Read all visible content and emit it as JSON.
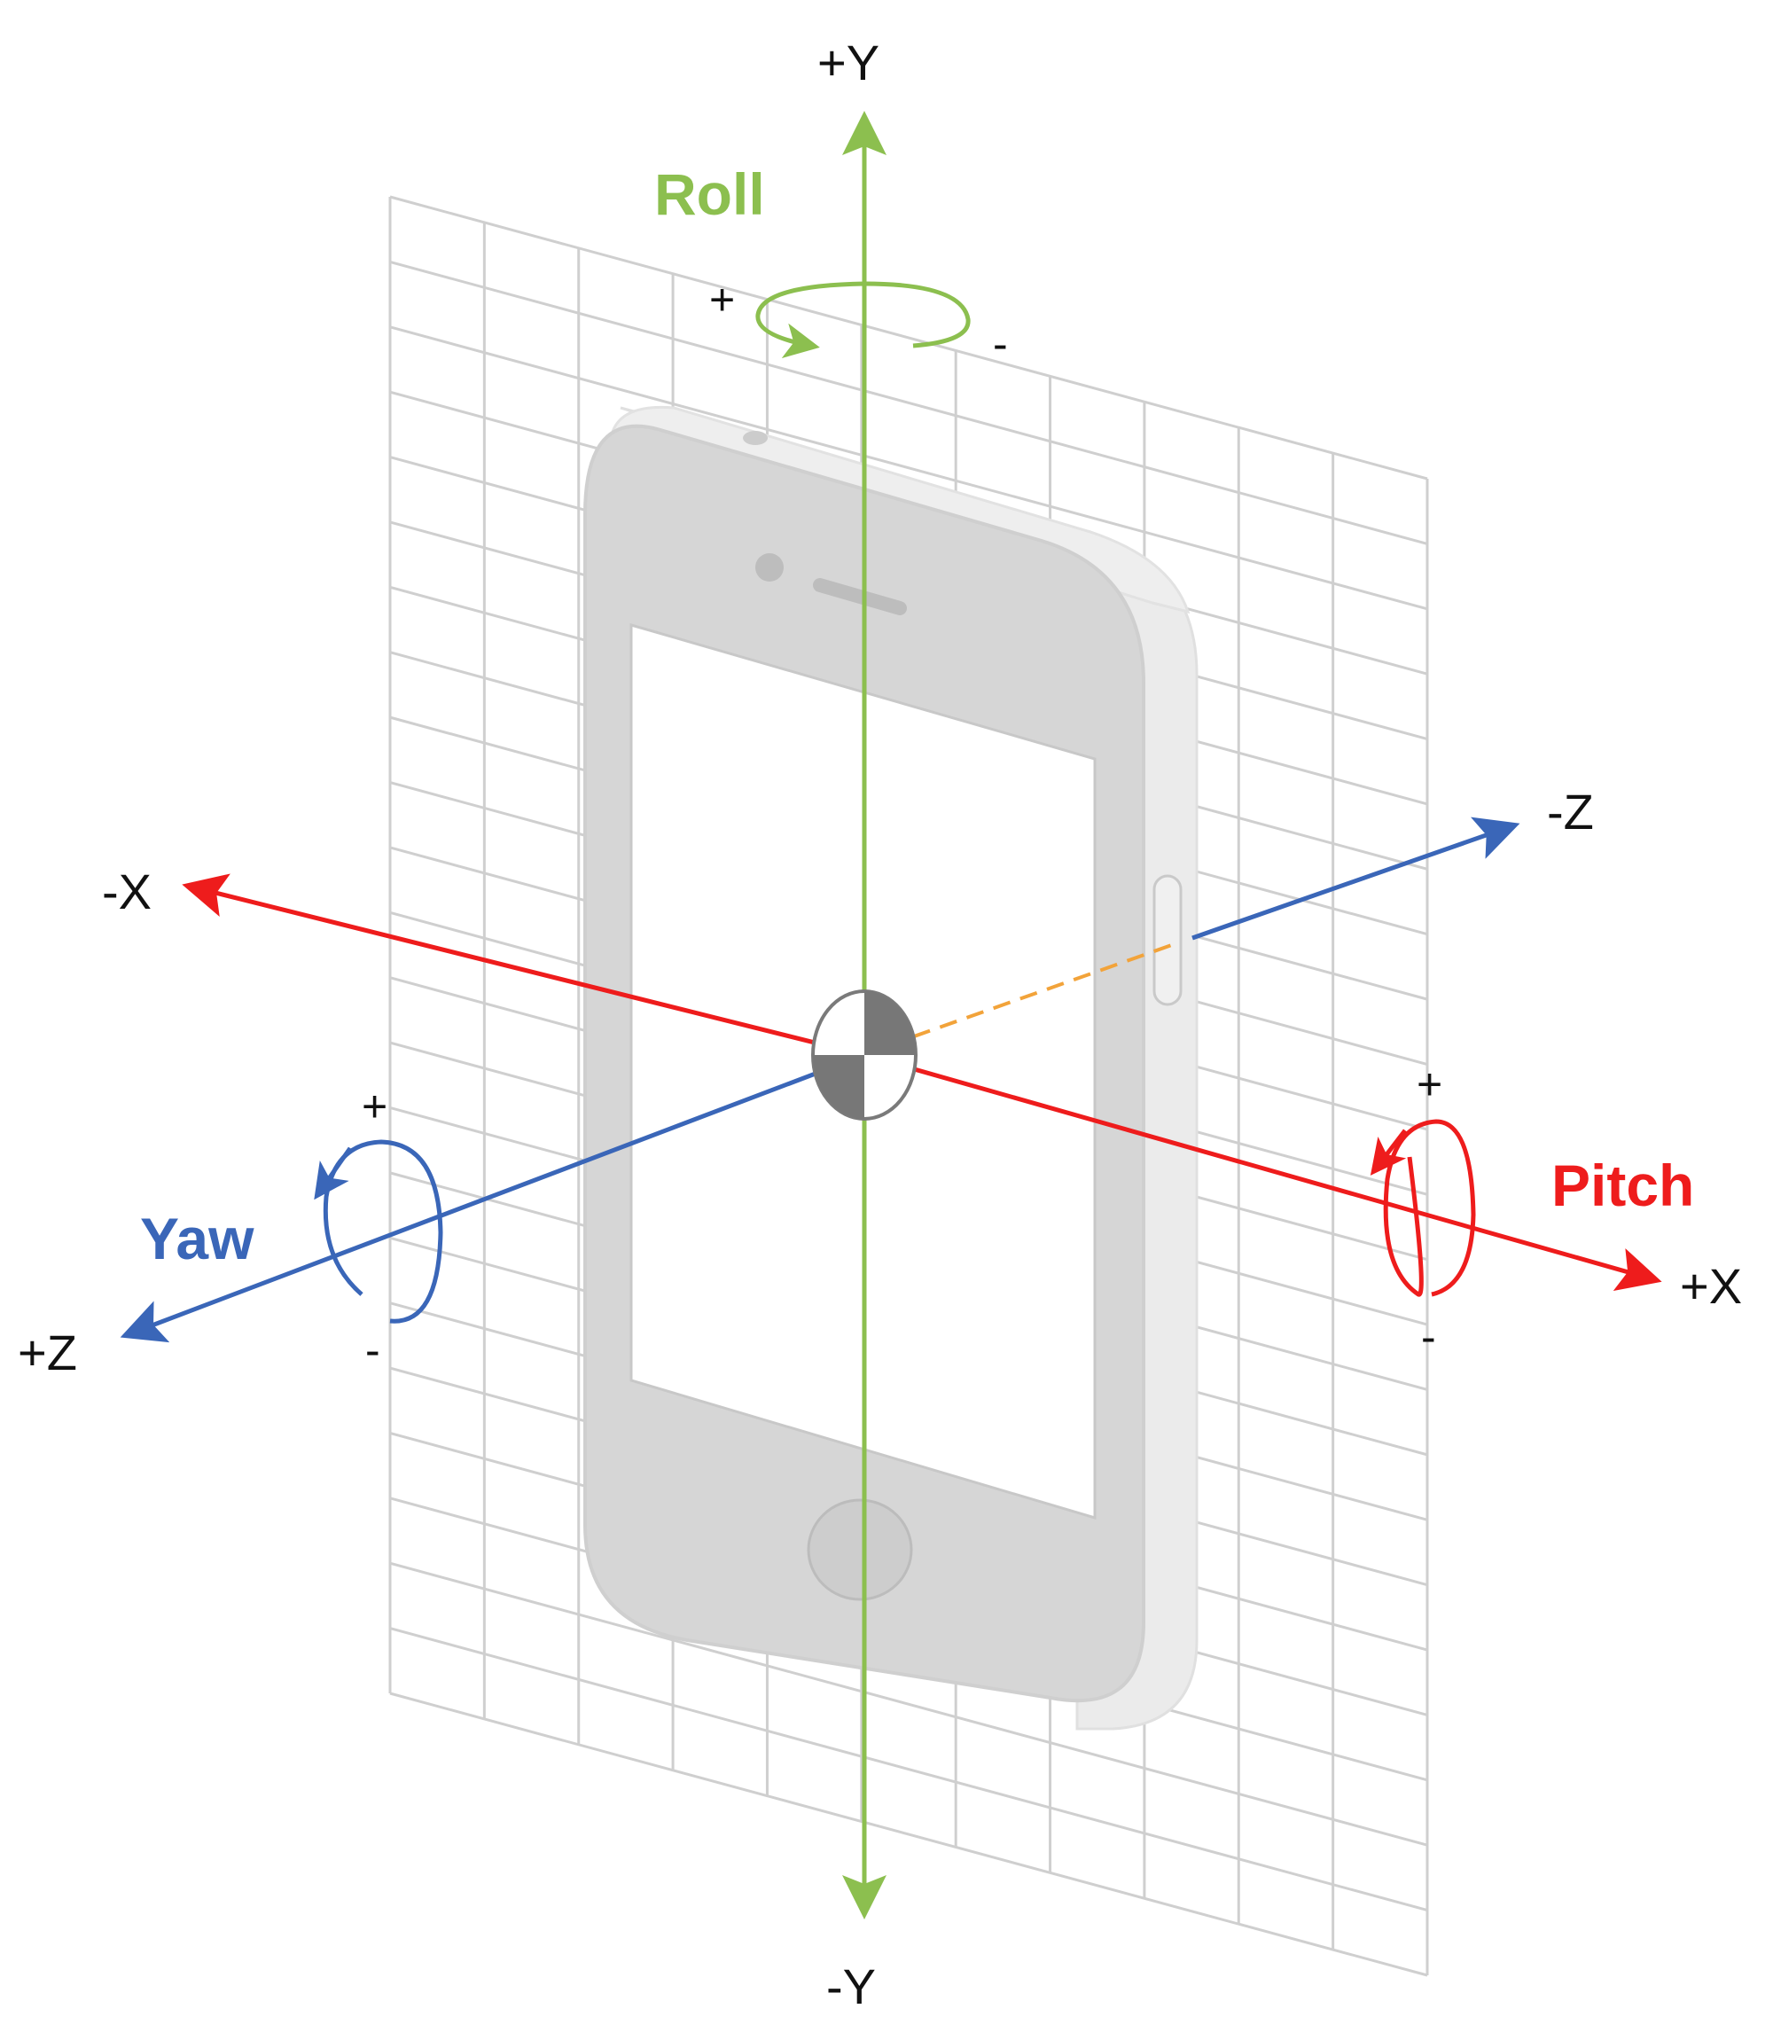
{
  "colors": {
    "x_axis": "#ee1c1c",
    "y_axis": "#8cbf4f",
    "z_axis": "#3a66b8",
    "z_hidden": "#f2a33a",
    "grid": "#cfcfcf",
    "phone_body": "#d6d6d6",
    "phone_edge": "#ececec"
  },
  "axes": {
    "plus_y": "+Y",
    "minus_y": "-Y",
    "plus_x": "+X",
    "minus_x": "-X",
    "plus_z": "+Z",
    "minus_z": "-Z"
  },
  "rotations": {
    "roll": {
      "label": "Roll",
      "plus": "+",
      "minus": "-"
    },
    "pitch": {
      "label": "Pitch",
      "plus": "+",
      "minus": "-"
    },
    "yaw": {
      "label": "Yaw",
      "plus": "+",
      "minus": "-"
    }
  },
  "icons": [
    "phone-icon",
    "home-button-icon",
    "center-of-mass-icon",
    "rotation-arrow-icon"
  ]
}
